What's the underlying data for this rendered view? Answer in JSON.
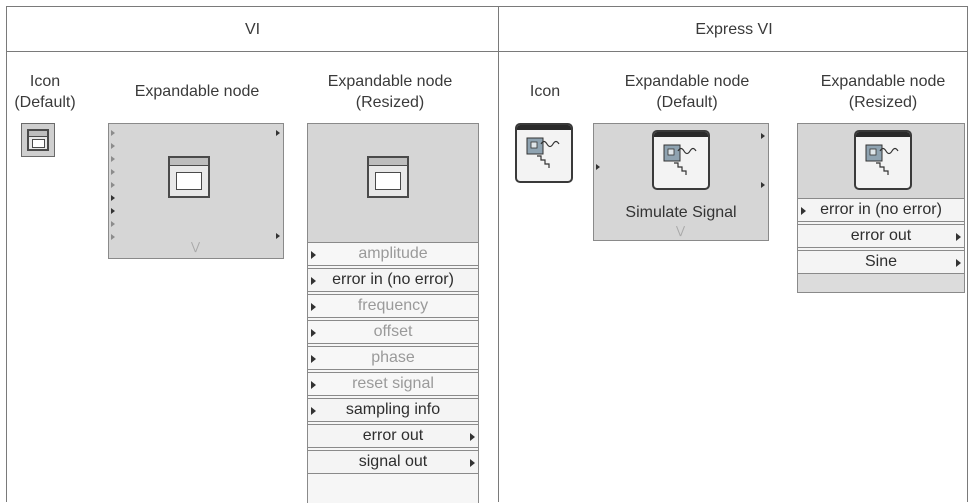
{
  "sections": {
    "vi_title": "VI",
    "express_title": "Express VI"
  },
  "columns": {
    "vi_icon_label": [
      "Icon",
      "(Default)"
    ],
    "vi_expandable_label": "Expandable node",
    "vi_resized_label": [
      "Expandable node",
      "(Resized)"
    ],
    "exp_icon_label": "Icon",
    "exp_expandable_label": [
      "Expandable node",
      "(Default)"
    ],
    "exp_resized_label": [
      "Expandable node",
      "(Resized)"
    ]
  },
  "express_default_node_text": "Simulate Signal",
  "vi_resized_terminals": [
    {
      "label": "amplitude",
      "state": "disabled",
      "dir": "in"
    },
    {
      "label": "error in (no error)",
      "state": "active",
      "dir": "in"
    },
    {
      "label": "frequency",
      "state": "disabled",
      "dir": "in"
    },
    {
      "label": "offset",
      "state": "disabled",
      "dir": "in"
    },
    {
      "label": "phase",
      "state": "disabled",
      "dir": "in"
    },
    {
      "label": "reset signal",
      "state": "disabled",
      "dir": "in"
    },
    {
      "label": "sampling info",
      "state": "active",
      "dir": "in"
    },
    {
      "label": "error out",
      "state": "active",
      "dir": "out"
    },
    {
      "label": "signal out",
      "state": "active",
      "dir": "out"
    }
  ],
  "express_resized_terminals": [
    {
      "label": "error in (no error)",
      "state": "active",
      "dir": "in"
    },
    {
      "label": "error out",
      "state": "active",
      "dir": "out"
    },
    {
      "label": "Sine",
      "state": "active",
      "dir": "out"
    }
  ],
  "icons": {
    "vi": "vi-waveform-icon",
    "express": "simulate-signal-icon",
    "expand": "expand-chevron-icon"
  }
}
